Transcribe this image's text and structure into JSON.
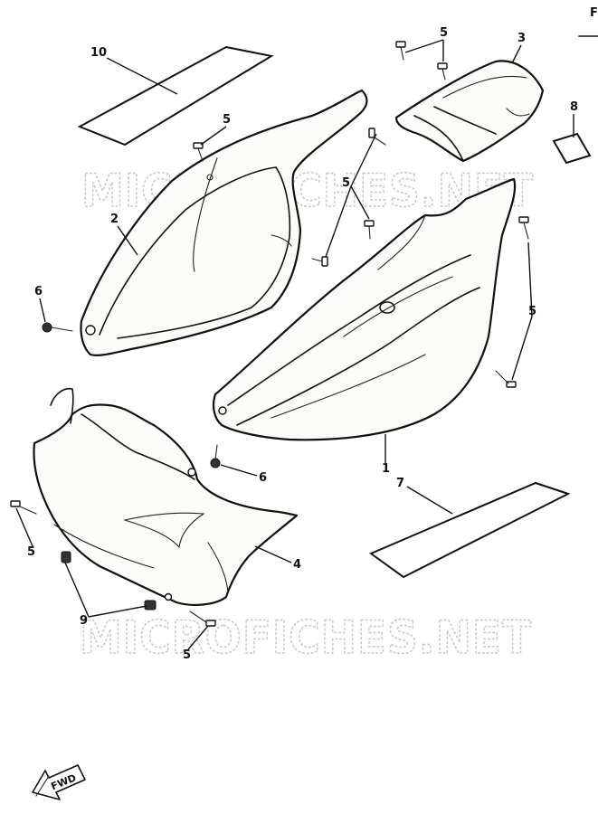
{
  "corner_mark": "F",
  "watermark": "MICROFICHES.NET",
  "forward_label": "FWD",
  "callouts": {
    "c10": "10",
    "c5a": "5",
    "c3": "3",
    "c8": "8",
    "c5b": "5",
    "c2": "2",
    "c5c": "5",
    "c6a": "6",
    "c5d": "5",
    "c6b": "6",
    "c1": "1",
    "c7": "7",
    "c5e": "5",
    "c4": "4",
    "c9": "9",
    "c5f": "5"
  }
}
